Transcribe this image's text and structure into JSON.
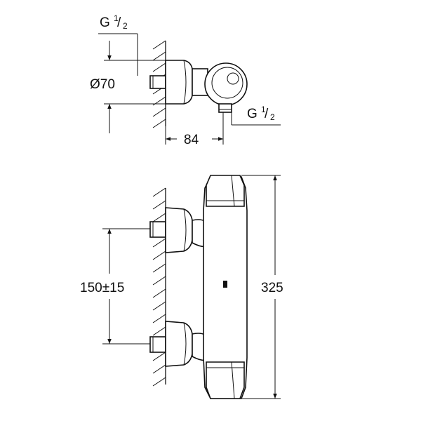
{
  "labels": {
    "thread_top": "G",
    "thread_top_num": "1",
    "thread_top_den": "2",
    "diameter": "Ø70",
    "thread_side": "G",
    "thread_side_num": "1",
    "thread_side_den": "2",
    "depth": "84",
    "spacing": "150±15",
    "height": "325"
  },
  "colors": {
    "line": "#111111",
    "background": "#ffffff"
  }
}
